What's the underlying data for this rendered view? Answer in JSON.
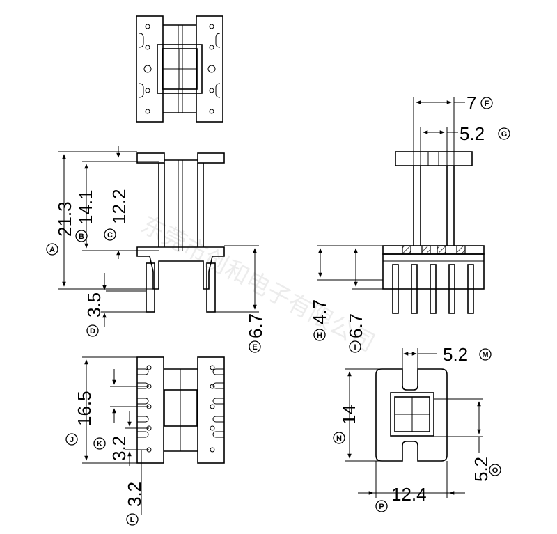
{
  "watermark": "东莞市创和电子有限公司",
  "dimensions": {
    "A": {
      "letter": "A",
      "value": "21.3"
    },
    "B": {
      "letter": "B",
      "value": "14.1"
    },
    "C": {
      "letter": "C",
      "value": "12.2"
    },
    "D": {
      "letter": "D",
      "value": "3.5"
    },
    "E": {
      "letter": "E",
      "value": "6.7"
    },
    "F": {
      "letter": "F",
      "value": "7"
    },
    "G": {
      "letter": "G",
      "value": "5.2"
    },
    "H": {
      "letter": "H",
      "value": "4.7"
    },
    "I": {
      "letter": "I",
      "value": "6.7"
    },
    "J": {
      "letter": "J",
      "value": "16.5"
    },
    "K": {
      "letter": "K",
      "value": "3.2"
    },
    "L": {
      "letter": "L",
      "value": "3.2"
    },
    "M": {
      "letter": "M",
      "value": "5.2"
    },
    "N": {
      "letter": "N",
      "value": "14"
    },
    "O": {
      "letter": "O",
      "value": "5.2"
    },
    "P": {
      "letter": "P",
      "value": "12.4"
    }
  },
  "colors": {
    "line": "#000000",
    "background": "#ffffff"
  }
}
